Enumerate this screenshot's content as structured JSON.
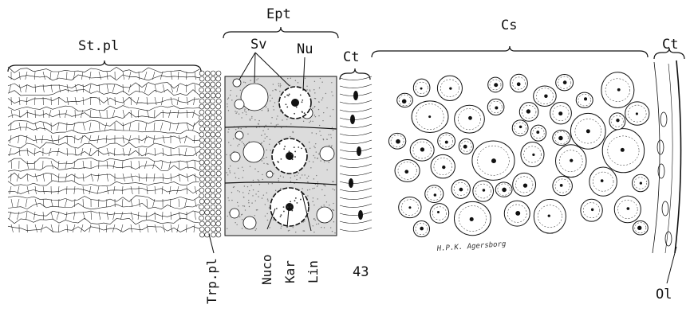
{
  "figure": {
    "labels": {
      "ept": "Ept",
      "cs": "Cs",
      "st_pl": "St.pl",
      "sv": "Sv",
      "nu": "Nu",
      "ct_left": "Ct",
      "ct_right": "Ct",
      "trp_pl": "Trp.pl",
      "nuco": "Nuco",
      "kar": "Kar",
      "lin": "Lin",
      "figure_number": "43",
      "ol": "Ol",
      "signature": "H.P.K. Agersborg"
    }
  },
  "colors": {
    "ink": "#111111",
    "paper": "#ffffff",
    "cytoplasm": "#dcdcdc"
  }
}
